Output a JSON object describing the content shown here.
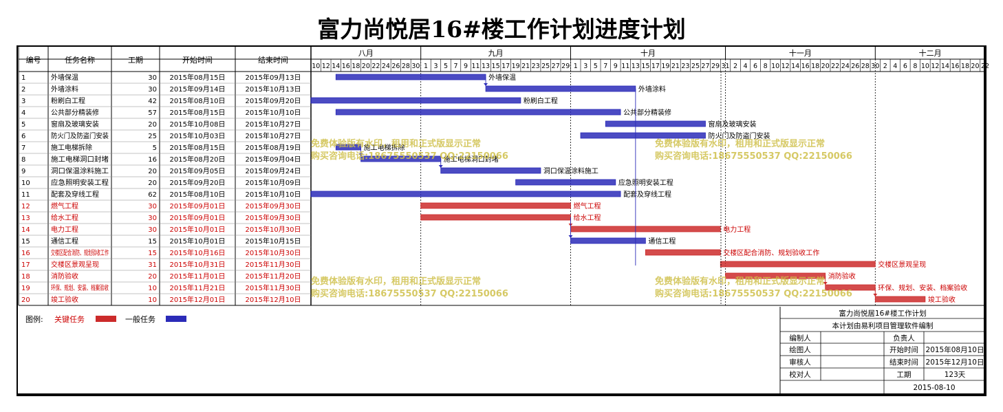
{
  "title": "富力尚悦居16#楼工作计划进度计划",
  "colors": {
    "critical": "#cc2b2b",
    "normal": "#2b2bb8",
    "critical_text": "#cc0000",
    "watermark": "#cfc04a"
  },
  "columns": [
    "编号",
    "任务名称",
    "工期",
    "开始时间",
    "结束时间"
  ],
  "months": [
    "八月",
    "九月",
    "十月",
    "十一月",
    "十二月"
  ],
  "day_labels": [
    "10",
    "12",
    "14",
    "16",
    "18",
    "20",
    "22",
    "24",
    "26",
    "28",
    "30",
    "1",
    "3",
    "5",
    "7",
    "9",
    "11",
    "13",
    "15",
    "17",
    "19",
    "21",
    "23",
    "25",
    "27",
    "29",
    "1",
    "3",
    "5",
    "7",
    "9",
    "11",
    "13",
    "15",
    "17",
    "19",
    "21",
    "23",
    "25",
    "27",
    "29",
    "31",
    "2",
    "4",
    "6",
    "8",
    "10",
    "12",
    "14",
    "16",
    "18",
    "20",
    "22",
    "24",
    "26",
    "28",
    "30",
    "2",
    "4",
    "6",
    "8",
    "10",
    "12",
    "14",
    "16",
    "18",
    "20",
    "22"
  ],
  "chart_data": {
    "type": "gantt",
    "title": "富力尚悦居16#楼工作计划进度计划",
    "x_range": [
      "2015-08-10",
      "2015-12-22"
    ],
    "tasks": [
      {
        "id": "1",
        "name": "外墙保温",
        "duration": "30",
        "start": "2015年08月15日",
        "end": "2015年09月13日",
        "s": "2015-08-15",
        "e": "2015-09-13",
        "critical": false,
        "bar_label": "外墙保温"
      },
      {
        "id": "2",
        "name": "外墙涂料",
        "duration": "30",
        "start": "2015年09月14日",
        "end": "2015年10月13日",
        "s": "2015-09-14",
        "e": "2015-10-13",
        "critical": false,
        "bar_label": "外墙涂料"
      },
      {
        "id": "3",
        "name": "粉刷白工程",
        "duration": "42",
        "start": "2015年08月10日",
        "end": "2015年09月20日",
        "s": "2015-08-10",
        "e": "2015-09-20",
        "critical": false,
        "bar_label": "粉刷白工程"
      },
      {
        "id": "4",
        "name": "公共部分精装修",
        "duration": "57",
        "start": "2015年08月15日",
        "end": "2015年10月10日",
        "s": "2015-08-15",
        "e": "2015-10-10",
        "critical": false,
        "bar_label": "公共部分精装修"
      },
      {
        "id": "5",
        "name": "窗扇及玻璃安装",
        "duration": "20",
        "start": "2015年10月08日",
        "end": "2015年10月27日",
        "s": "2015-10-08",
        "e": "2015-10-27",
        "critical": false,
        "bar_label": "窗扇及玻璃安装"
      },
      {
        "id": "6",
        "name": "防火门及防盗门安装",
        "duration": "25",
        "start": "2015年10月03日",
        "end": "2015年10月27日",
        "s": "2015-10-03",
        "e": "2015-10-27",
        "critical": false,
        "bar_label": "防火门及防盗门安装"
      },
      {
        "id": "7",
        "name": "施工电梯拆除",
        "duration": "5",
        "start": "2015年08月15日",
        "end": "2015年08月19日",
        "s": "2015-08-15",
        "e": "2015-08-19",
        "critical": false,
        "bar_label": "施工电梯拆除"
      },
      {
        "id": "8",
        "name": "施工电梯洞口封堵",
        "duration": "16",
        "start": "2015年08月20日",
        "end": "2015年09月04日",
        "s": "2015-08-20",
        "e": "2015-09-04",
        "critical": false,
        "bar_label": "施工电梯洞口封堵"
      },
      {
        "id": "9",
        "name": "洞口保温涂料施工",
        "duration": "20",
        "start": "2015年09月05日",
        "end": "2015年09月24日",
        "s": "2015-09-05",
        "e": "2015-09-24",
        "critical": false,
        "bar_label": "洞口保温涂料施工"
      },
      {
        "id": "10",
        "name": "应急照明安装工程",
        "duration": "20",
        "start": "2015年09月20日",
        "end": "2015年10月09日",
        "s": "2015-09-20",
        "e": "2015-10-09",
        "critical": false,
        "bar_label": "应急照明安装工程"
      },
      {
        "id": "11",
        "name": "配套及穿线工程",
        "duration": "62",
        "start": "2015年08月10日",
        "end": "2015年10月10日",
        "s": "2015-08-10",
        "e": "2015-10-10",
        "critical": false,
        "bar_label": "配套及穿线工程"
      },
      {
        "id": "12",
        "name": "燃气工程",
        "duration": "30",
        "start": "2015年09月01日",
        "end": "2015年09月30日",
        "s": "2015-09-01",
        "e": "2015-09-30",
        "critical": true,
        "bar_label": "燃气工程"
      },
      {
        "id": "13",
        "name": "给水工程",
        "duration": "30",
        "start": "2015年09月01日",
        "end": "2015年09月30日",
        "s": "2015-09-01",
        "e": "2015-09-30",
        "critical": true,
        "bar_label": "给水工程"
      },
      {
        "id": "14",
        "name": "电力工程",
        "duration": "30",
        "start": "2015年10月01日",
        "end": "2015年10月30日",
        "s": "2015-10-01",
        "e": "2015-10-30",
        "critical": true,
        "bar_label": "电力工程"
      },
      {
        "id": "15",
        "name": "通信工程",
        "duration": "15",
        "start": "2015年10月01日",
        "end": "2015年10月15日",
        "s": "2015-10-01",
        "e": "2015-10-15",
        "critical": false,
        "bar_label": "通信工程"
      },
      {
        "id": "16",
        "name": "交楼区配合消防、规划验收工作",
        "duration": "15",
        "start": "2015年10月16日",
        "end": "2015年10月30日",
        "s": "2015-10-16",
        "e": "2015-10-30",
        "critical": true,
        "bar_label": "交楼区配合消防、规划验收工作"
      },
      {
        "id": "17",
        "name": "交楼区景观呈现",
        "duration": "31",
        "start": "2015年10月31日",
        "end": "2015年11月30日",
        "s": "2015-10-31",
        "e": "2015-11-30",
        "critical": true,
        "bar_label": "交楼区景观呈现"
      },
      {
        "id": "18",
        "name": "消防验收",
        "duration": "20",
        "start": "2015年11月01日",
        "end": "2015年11月20日",
        "s": "2015-11-01",
        "e": "2015-11-20",
        "critical": true,
        "bar_label": "消防验收"
      },
      {
        "id": "19",
        "name": "环保、规划、安装、档案验收",
        "duration": "10",
        "start": "2015年11月21日",
        "end": "2015年11月30日",
        "s": "2015-11-21",
        "e": "2015-11-30",
        "critical": true,
        "bar_label": "环保、规划、安装、档案验收"
      },
      {
        "id": "20",
        "name": "竣工验收",
        "duration": "10",
        "start": "2015年12月01日",
        "end": "2015年12月10日",
        "s": "2015-12-01",
        "e": "2015-12-10",
        "critical": true,
        "bar_label": "竣工验收"
      }
    ]
  },
  "watermark": {
    "line1": "免费体验版有水印，租用和正式版显示正常",
    "line2": "购买咨询电话:18675550537 QQ:22150066"
  },
  "legend": {
    "label": "图例:",
    "critical": "关键任务",
    "normal": "一般任务"
  },
  "info": {
    "project": "富力尚悦居16#楼工作计划",
    "software": "本计划由易利项目管理软件编制",
    "editor": "编制人",
    "lead": "负责人",
    "drawer": "绘图人",
    "start_label": "开始时间",
    "start_value": "2015年08月10日",
    "reviewer": "审核人",
    "end_label": "结束时间",
    "end_value": "2015年12月10日",
    "checker": "校对人",
    "duration_label": "工期",
    "duration_value": "123天",
    "date": "2015-08-10"
  }
}
